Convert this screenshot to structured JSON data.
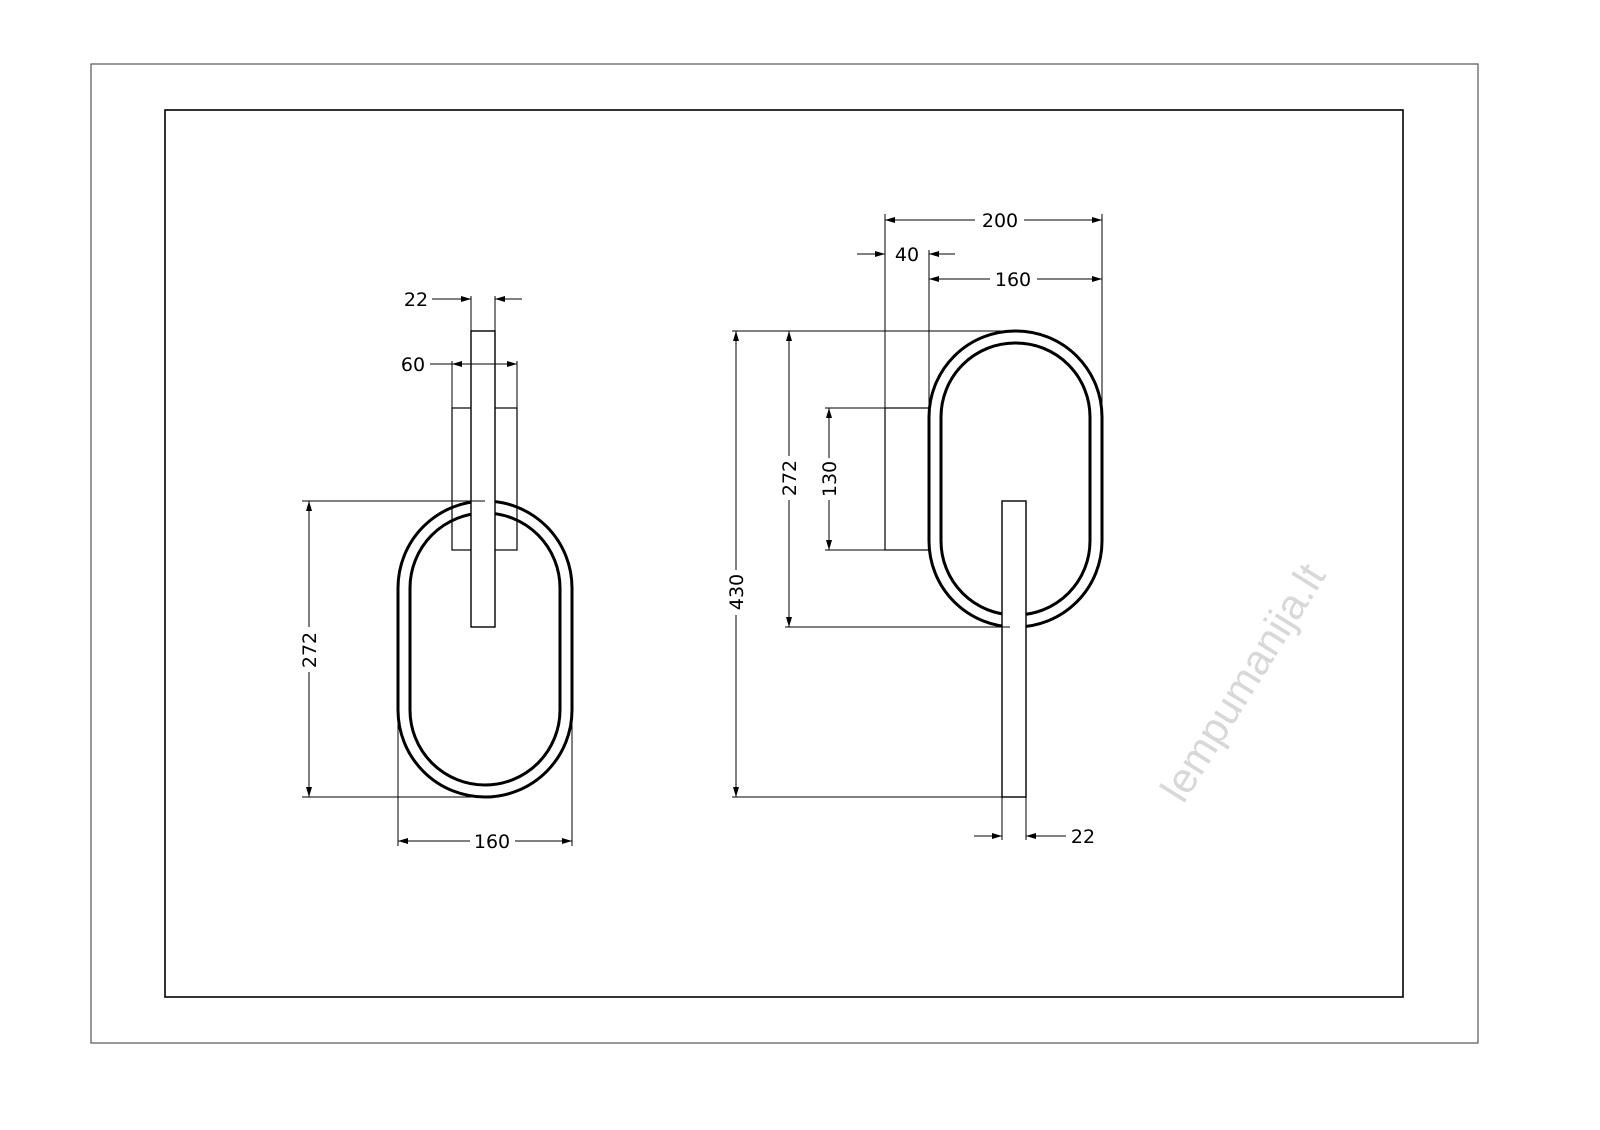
{
  "watermark": "lempumanija.lt",
  "front_view": {
    "rod_width": "22",
    "plate_width": "60",
    "ring_height": "272",
    "ring_width": "160"
  },
  "side_view": {
    "total_depth": "200",
    "plate_depth": "40",
    "ring_width": "160",
    "total_height": "430",
    "ring_height": "272",
    "plate_height": "130",
    "rod_width": "22"
  }
}
